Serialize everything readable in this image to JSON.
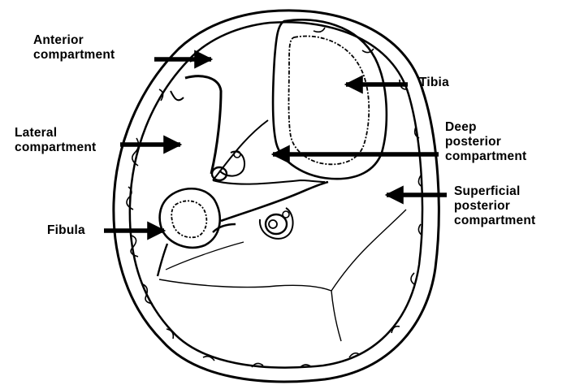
{
  "labels": {
    "anterior": {
      "line1": "Anterior",
      "line2": "compartment"
    },
    "lateral": {
      "line1": "Lateral",
      "line2": "compartment"
    },
    "fibula": {
      "line1": "Fibula"
    },
    "tibia": {
      "line1": "Tibia"
    },
    "deep_posterior": {
      "line1": "Deep",
      "line2": "posterior",
      "line3": "compartment"
    },
    "superficial_posterior": {
      "line1": "Superficial",
      "line2": "posterior",
      "line3": "compartment"
    }
  },
  "colors": {
    "ink": "#000000",
    "background": "#ffffff"
  }
}
